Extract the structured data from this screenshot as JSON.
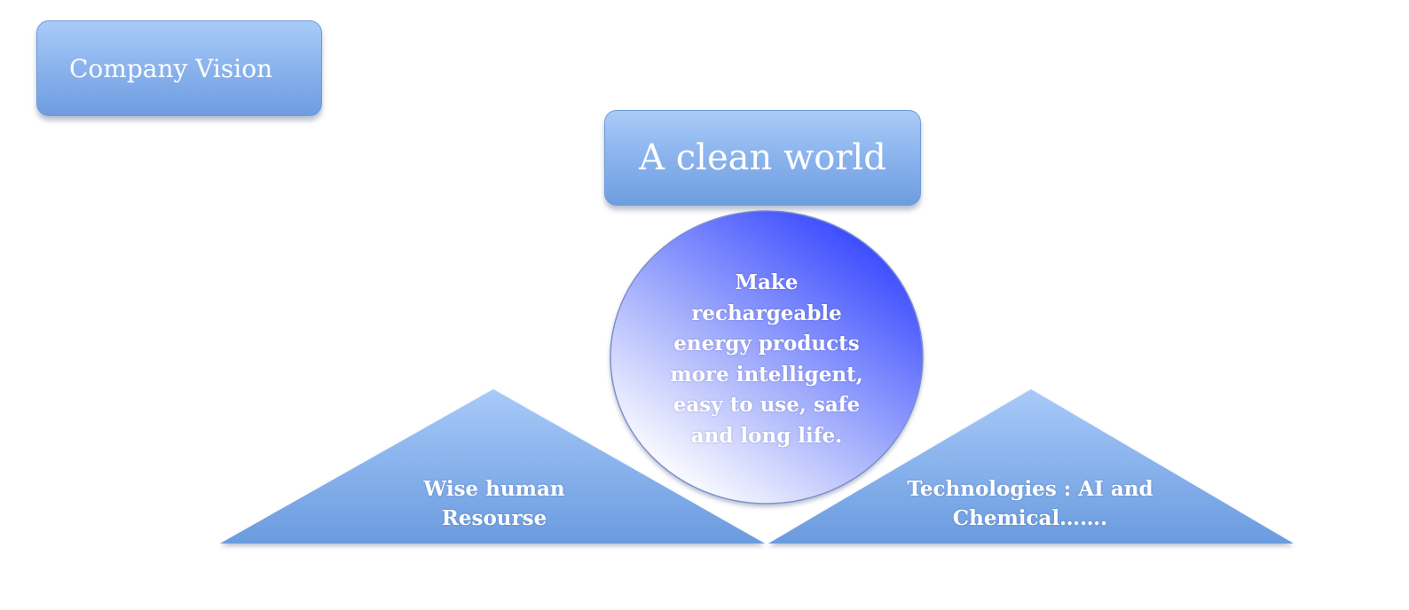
{
  "vision_label": "Company Vision",
  "goal_title": "A clean world",
  "mission_text": "Make rechargeable energy products more intelligent, easy to use, safe and long life.",
  "pillars": [
    {
      "label": "Wise human Resourse"
    },
    {
      "label": "Technologies : AI and Chemical……."
    }
  ],
  "colors": {
    "box_light": "#a9cbf8",
    "box_dark": "#6e9de0",
    "circle_light": "#ffffff",
    "circle_dark": "#3d50ff"
  }
}
